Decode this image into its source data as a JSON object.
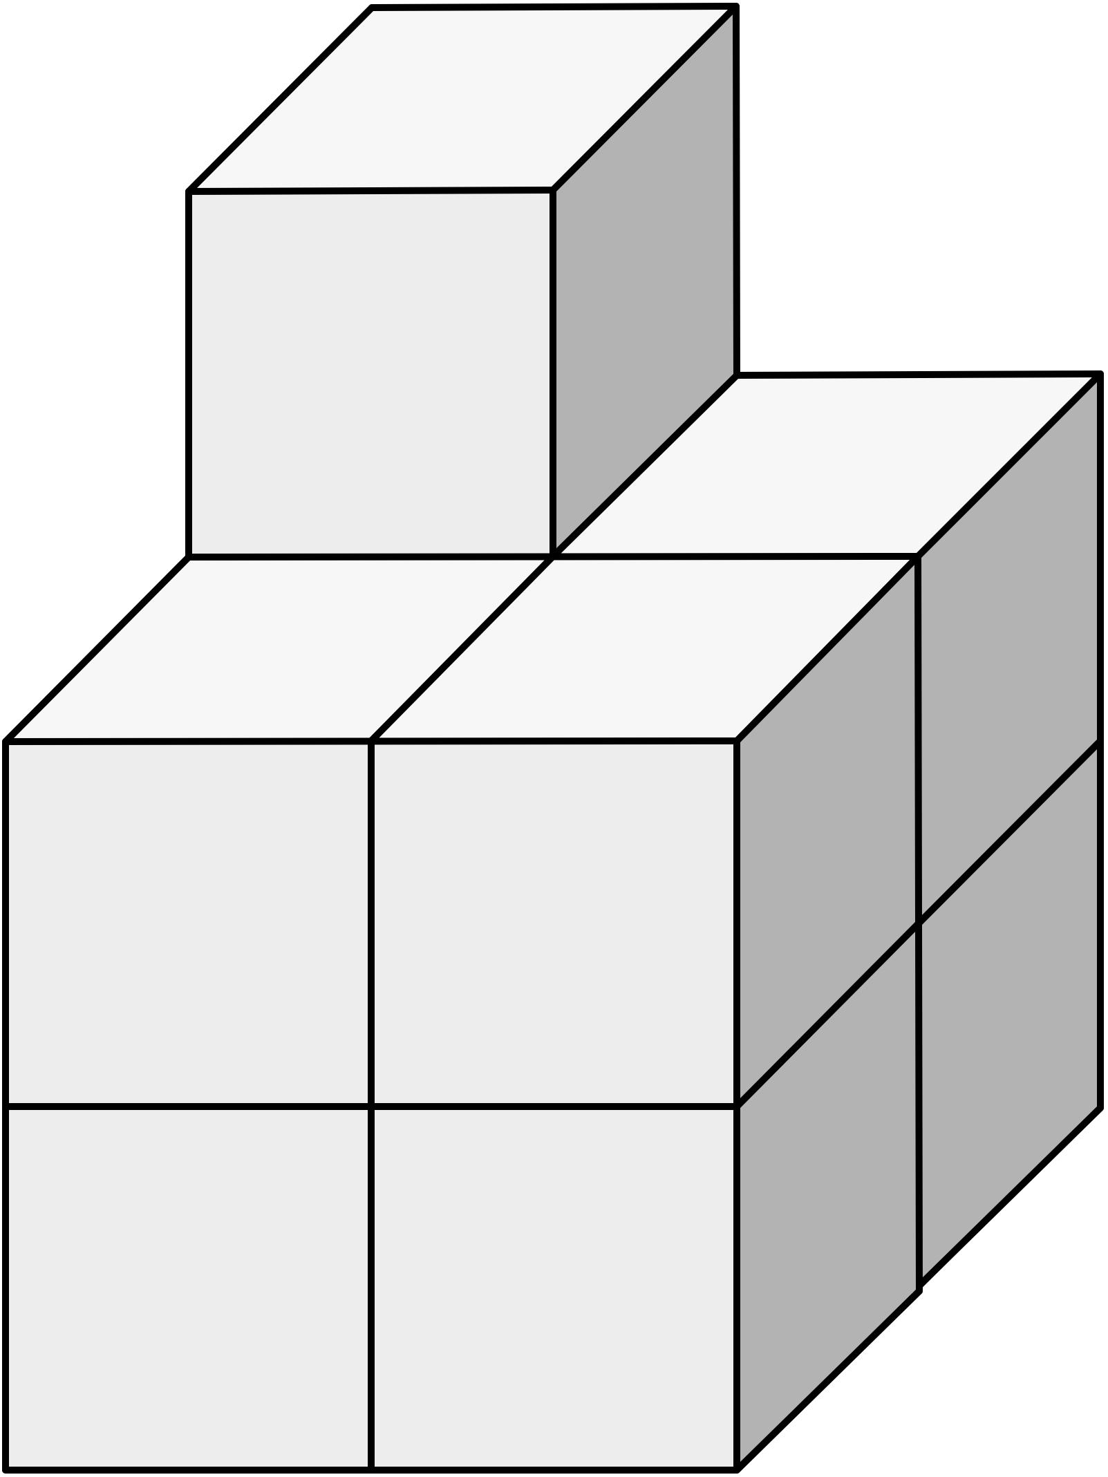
{
  "figure": {
    "description_kind": "isometric cube stack",
    "cube_count": 7,
    "colors": {
      "top_face": "#f7f7f7",
      "front_face": "#ededed",
      "side_face": "#b3b3b3",
      "outline": "#000000",
      "background": "#ffffff"
    },
    "cubes": [
      {
        "id": "cube-bottom-front-left",
        "layer": 1,
        "row": "front",
        "column": 1
      },
      {
        "id": "cube-bottom-front-right",
        "layer": 1,
        "row": "front",
        "column": 2
      },
      {
        "id": "cube-bottom-back-right",
        "layer": 1,
        "row": "back",
        "column": 2
      },
      {
        "id": "cube-middle-front-left",
        "layer": 2,
        "row": "front",
        "column": 1
      },
      {
        "id": "cube-middle-front-right",
        "layer": 2,
        "row": "front",
        "column": 2
      },
      {
        "id": "cube-middle-back-right",
        "layer": 2,
        "row": "back",
        "column": 2
      },
      {
        "id": "cube-top-back-left",
        "layer": 3,
        "row": "back",
        "column": 1
      }
    ]
  }
}
